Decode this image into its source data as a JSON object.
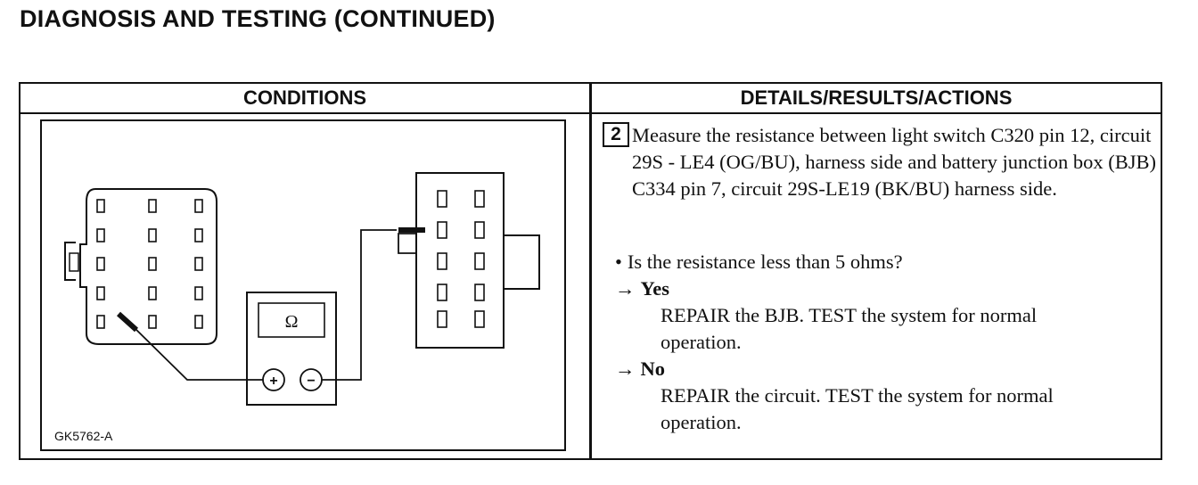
{
  "page": {
    "title": "DIAGNOSIS AND TESTING (CONTINUED)"
  },
  "table": {
    "headers": {
      "conditions": "CONDITIONS",
      "details": "DETAILS/RESULTS/ACTIONS"
    }
  },
  "figure": {
    "code": "GK5762-A",
    "meter_symbol": "Ω",
    "positive_terminal": "+",
    "negative_terminal": "−"
  },
  "step": {
    "number": "2",
    "instruction": "Measure the resistance between light switch C320 pin 12, circuit 29S - LE4 (OG/BU), harness side and battery junction box (BJB) C334 pin 7, circuit 29S-LE19 (BK/BU) harness side.",
    "question": "Is the resistance less than 5 ohms?",
    "question_bullet": "•",
    "arrow": "→",
    "yes_label": "Yes",
    "yes_action_line1": "REPAIR the BJB. TEST the system for normal",
    "yes_action_line2": "operation.",
    "no_label": "No",
    "no_action_line1": "REPAIR the circuit. TEST the system for normal",
    "no_action_line2": "operation."
  }
}
